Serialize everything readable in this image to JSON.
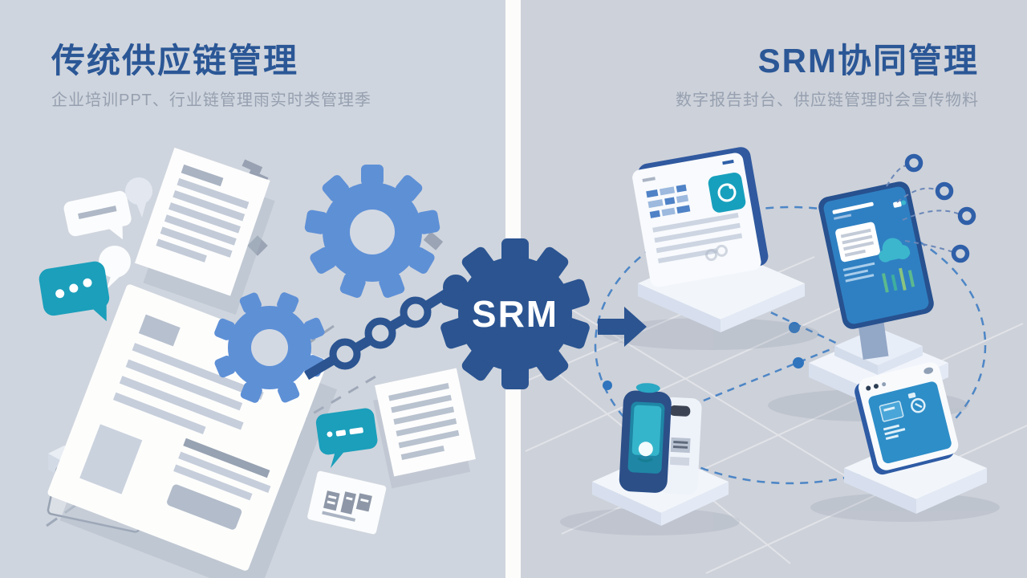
{
  "left_panel": {
    "title": "传统供应链管理",
    "subtitle": "企业培训PPT、行业链管理雨实时类管理季",
    "illustration_icons": [
      "document-icon",
      "speech-bubble-icon",
      "chat-dots-bubble-icon",
      "gear-icon",
      "chain-link-icon",
      "paper-sheet-icon",
      "note-card-icon"
    ]
  },
  "right_panel": {
    "title": "SRM协同管理",
    "subtitle": "数字报告封台、供应链管理时会宣传物料",
    "illustration_icons": [
      "tablet-dashboard-icon",
      "desktop-monitor-icon",
      "mobile-scanner-icon",
      "browser-window-icon",
      "network-node-icon",
      "dashed-link-icon"
    ]
  },
  "center": {
    "gear_label": "SRM",
    "arrow_direction": "right"
  },
  "colors": {
    "bg_left": "#cfd5de",
    "bg_right": "#cdd1d9",
    "divider_white": "#fcfcfb",
    "title_blue": "#2b5796",
    "subtitle_gray": "#96a0b0",
    "gear_dark_blue": "#2b5491",
    "gear_light_blue": "#5e90d6",
    "teal": "#1b9fbb",
    "screen_blue": "#2f80c2",
    "platform_white": "#f2f6fb",
    "doc_line_gray": "#c3cbd8",
    "network_blue": "#4d86c6"
  }
}
